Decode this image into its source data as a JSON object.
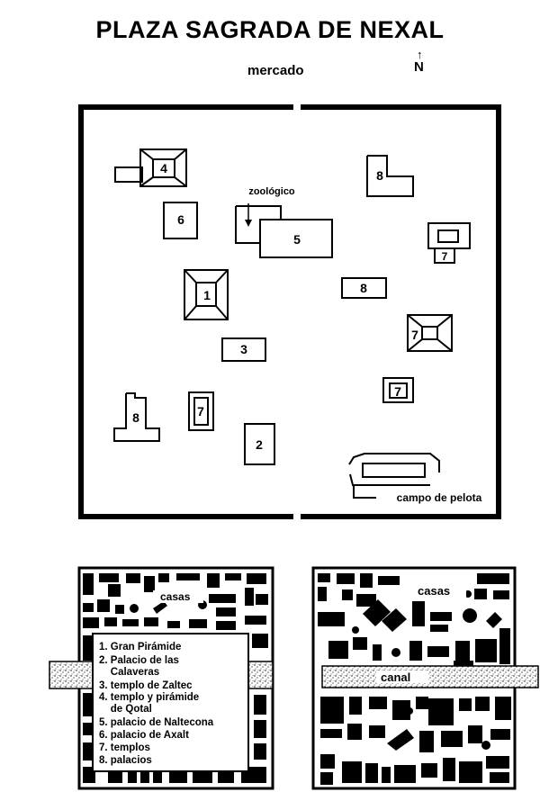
{
  "title": "PLAZA SAGRADA DE NEXAL",
  "top_label": "mercado",
  "north": {
    "letter": "N",
    "arrow": "↑"
  },
  "plaza": {
    "labels": {
      "zoo": "zoológico",
      "ballcourt": "campo de pelota",
      "b1": "1",
      "b2": "2",
      "b3": "3",
      "b4": "4",
      "b5": "5",
      "b6": "6",
      "b7a": "7",
      "b7b": "7",
      "b7c": "7",
      "b7d": "7",
      "b8a": "8",
      "b8b": "8",
      "b8c": "8"
    }
  },
  "left_panel": {
    "casas": "casas",
    "legend": [
      "1. Gran Pirámide",
      "2. Palacio de las",
      "    Calaveras",
      "3. templo de Zaltec",
      "4. templo y pirámide",
      "    de Qotal",
      "5. palacio de Naltecona",
      "6. palacio de Axalt",
      "7. templos",
      "8. palacios"
    ]
  },
  "right_panel": {
    "casas": "casas",
    "canal": "canal"
  }
}
